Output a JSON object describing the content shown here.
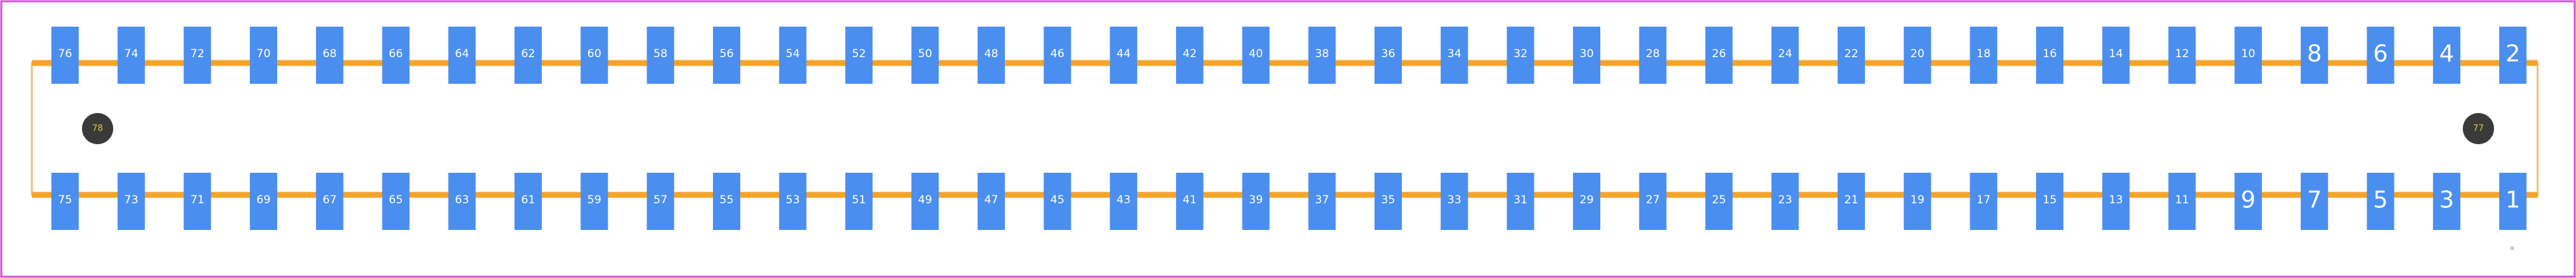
{
  "footprint": {
    "top_row_pins": [
      "76",
      "74",
      "72",
      "70",
      "68",
      "66",
      "64",
      "62",
      "60",
      "58",
      "56",
      "54",
      "52",
      "50",
      "48",
      "46",
      "44",
      "42",
      "40",
      "38",
      "36",
      "34",
      "32",
      "30",
      "28",
      "26",
      "24",
      "22",
      "20",
      "18",
      "16",
      "14",
      "12",
      "10",
      "8",
      "6",
      "4",
      "2"
    ],
    "bottom_row_pins": [
      "75",
      "73",
      "71",
      "69",
      "67",
      "65",
      "63",
      "61",
      "59",
      "57",
      "55",
      "53",
      "51",
      "49",
      "47",
      "45",
      "43",
      "41",
      "39",
      "37",
      "35",
      "33",
      "31",
      "29",
      "27",
      "25",
      "23",
      "21",
      "19",
      "17",
      "15",
      "13",
      "11",
      "9",
      "7",
      "5",
      "3",
      "1"
    ],
    "mounting_holes": [
      {
        "label": "78",
        "side": "left"
      },
      {
        "label": "77",
        "side": "right"
      }
    ],
    "colors": {
      "pad": "#4a8ef0",
      "silkscreen": "#f5a42a",
      "body_outline": "#e8c080",
      "board_border": "#d64fd6",
      "mounting_hole": "#3a3a3a",
      "pin1_dot": "#c8c8c8"
    }
  }
}
